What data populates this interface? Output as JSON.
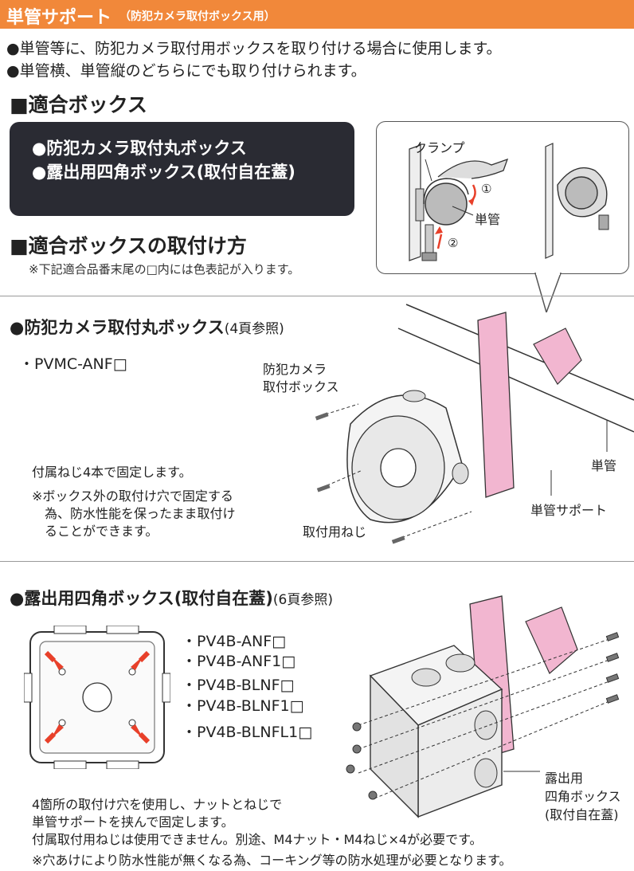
{
  "header": {
    "title": "単管サポート",
    "subtitle": "（防犯カメラ取付ボックス用）"
  },
  "intro": {
    "bullet1": "●単管等に、防犯カメラ取付用ボックスを取り付ける場合に使用します。",
    "bullet2": "●単管横、単管縦のどちらにでも取り付けられます。"
  },
  "compat": {
    "heading": "■適合ボックス",
    "items": [
      "●防犯カメラ取付丸ボックス",
      "●露出用四角ボックス(取付自在蓋)"
    ]
  },
  "howto": {
    "heading": "■適合ボックスの取付け方",
    "note": "※下記適合品番末尾の□内には色表記が入ります。"
  },
  "callout": {
    "clamp_label": "クランプ",
    "pipe_label": "単管",
    "step1": "①",
    "step2": "②"
  },
  "round": {
    "title": "●防犯カメラ取付丸ボックス",
    "ref": "(4頁参照)",
    "model": "・PVMC-ANF□",
    "label_box_l1": "防犯カメラ",
    "label_box_l2": "取付ボックス",
    "label_screw": "取付用ねじ",
    "label_pipe": "単管",
    "label_support": "単管サポート",
    "desc1": "付属ねじ4本で固定します。",
    "note1": "※ボックス外の取付け穴で固定する",
    "note2": "為、防水性能を保ったまま取付け",
    "note3": "ることができます。"
  },
  "square": {
    "title": "●露出用四角ボックス(取付自在蓋)",
    "ref": "(6頁参照)",
    "models": [
      "・PV4B-ANF□",
      "・PV4B-ANF1□",
      "・PV4B-BLNF□",
      "・PV4B-BLNF1□",
      "・PV4B-BLNFL1□"
    ],
    "label_l1": "露出用",
    "label_l2": "四角ボックス",
    "label_l3": "(取付自在蓋)",
    "desc1": "4箇所の取付け穴を使用し、ナットとねじで",
    "desc2": "単管サポートを挟んで固定します。",
    "desc3": "付属取付用ねじは使用できません。別途、M4ナット・M4ねじ×4が必要です。",
    "desc4": "※穴あけにより防水性能が無くなる為、コーキング等の防水処理が必要となります。"
  },
  "colors": {
    "header": "#f1883a",
    "dark_box": "#2a2b33",
    "support_pink": "#f2b6d0",
    "arrow_red": "#e8402a"
  }
}
